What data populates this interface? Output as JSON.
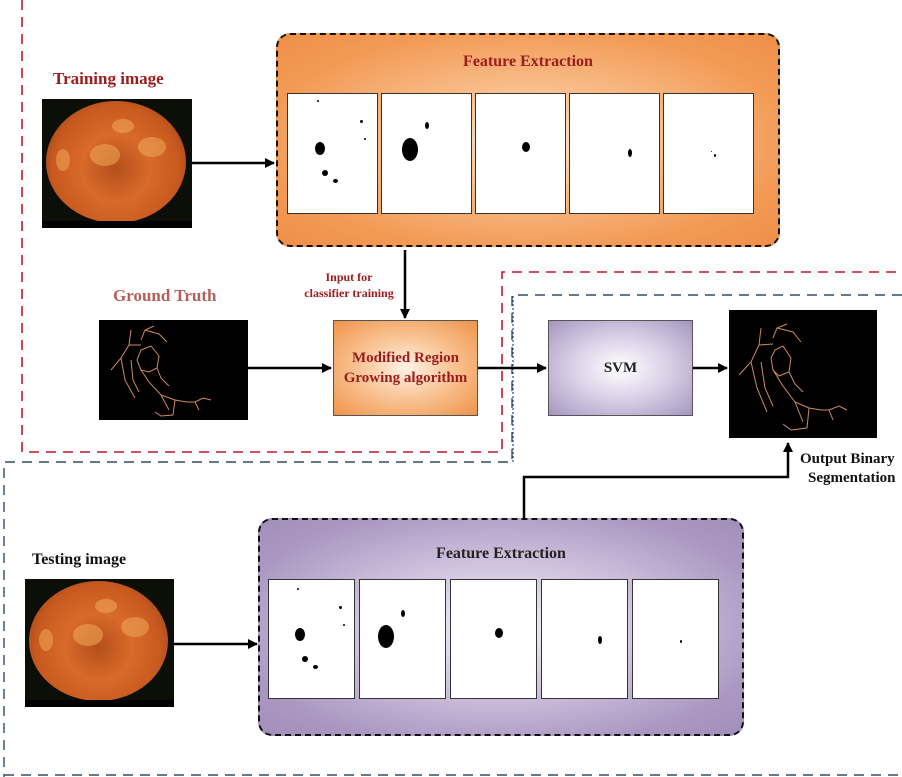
{
  "labels": {
    "training_image": "Training image",
    "ground_truth": "Ground Truth",
    "testing_image": "Testing image",
    "input_for_training_line1": "Input for",
    "input_for_training_line2": "classifier training",
    "output_line1": "Output Binary",
    "output_line2": "Segmentation"
  },
  "training_feature_extraction": {
    "title": "Feature Extraction",
    "thumbnail_count": 5
  },
  "testing_feature_extraction": {
    "title": "Feature Extraction",
    "thumbnail_count": 5
  },
  "boxes": {
    "mrg_line1": "Modified Region",
    "mrg_line2": "Growing algorithm",
    "svm": "SVM"
  },
  "colors": {
    "training_border": "#c0182a",
    "testing_border": "#2f4d6e",
    "title_red": "#9b1c1c",
    "orange": "#f29a55",
    "purple": "#a898c2"
  }
}
